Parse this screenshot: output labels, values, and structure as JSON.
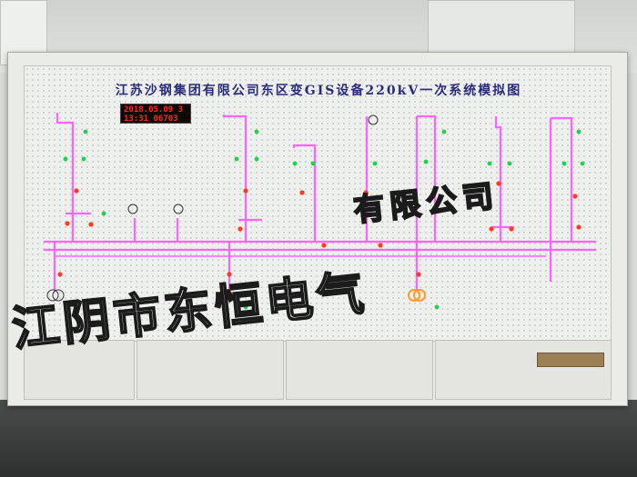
{
  "board_title": "江苏沙钢集团有限公司东区变GIS设备220kV一次系统模拟图",
  "clock": {
    "line1": "2018.05.09 3",
    "line2": "13:31 06703"
  },
  "watermark": {
    "line_top": "有限公司",
    "line_bottom": "江阴市东恒电气"
  },
  "colors": {
    "bus_pink": "#ff5cff",
    "lamp_red": "#ff3b1f",
    "lamp_green": "#22d14a",
    "title_blue": "#2b2c7a"
  }
}
